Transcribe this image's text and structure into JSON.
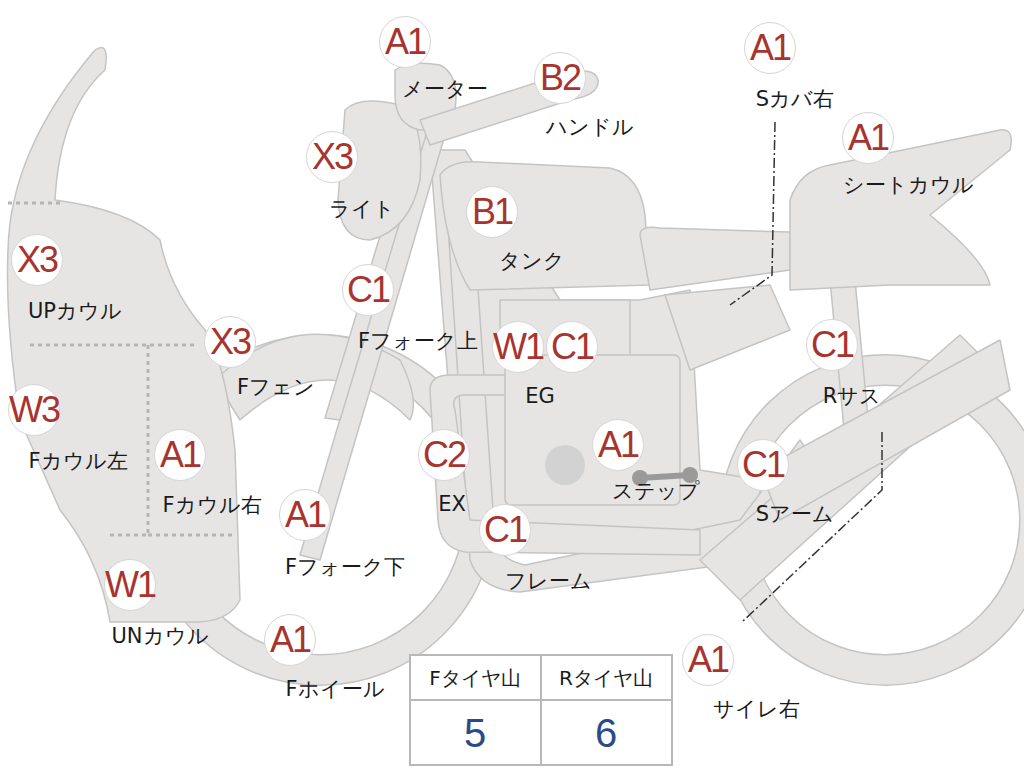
{
  "diagram": {
    "labels": [
      "A1",
      "メーター",
      "B2",
      "ハンドル",
      "A1",
      "Sカバ右",
      "X3",
      "ライト",
      "A1",
      "シートカウル",
      "B1",
      "タンク",
      "X3",
      "UPカウル",
      "C1",
      "Fフォーク上",
      "W1",
      "C1",
      "EG",
      "C1",
      "Rサス",
      "X3",
      "Fフェン",
      "W3",
      "Fカウル左",
      "A1",
      "Fカウル右",
      "C2",
      "EX",
      "A1",
      "ステップ",
      "C1",
      "Sアーム",
      "A1",
      "Fフォーク下",
      "C1",
      "フレーム",
      "W1",
      "UNカウル",
      "A1",
      "Fホイール",
      "A1",
      "サイレ右",
      "Fタイヤ山",
      "Rタイヤ山",
      "5",
      "6"
    ]
  }
}
